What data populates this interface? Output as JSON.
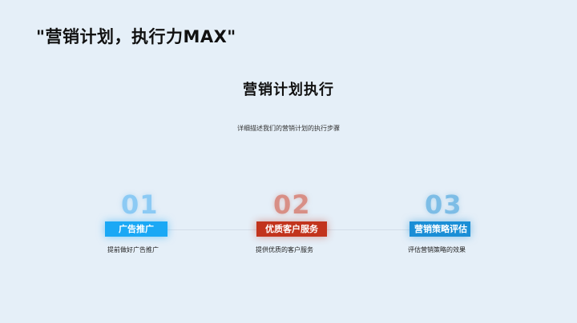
{
  "slide": {
    "title": "\"营销计划，执行力MAX\"",
    "heading": "营销计划执行",
    "subtitle": "详细描述我们的营销计划的执行步骤"
  },
  "steps": [
    {
      "number": "01",
      "label": "广告推广",
      "description": "提前做好广告推广",
      "label_color": "#1aa8f5",
      "number_color": "#8ccaf4"
    },
    {
      "number": "02",
      "label": "优质客户服务",
      "description": "提供优质的客户服务",
      "label_color": "#c2341d",
      "number_color": "#d88f86"
    },
    {
      "number": "03",
      "label": "营销策略评估",
      "description": "评估营销策略的效果",
      "label_color": "#1a8ed6",
      "number_color": "#7dbde6"
    }
  ],
  "colors": {
    "background": "#e5eff8",
    "text": "#111111",
    "connector": "#d3dde8"
  }
}
